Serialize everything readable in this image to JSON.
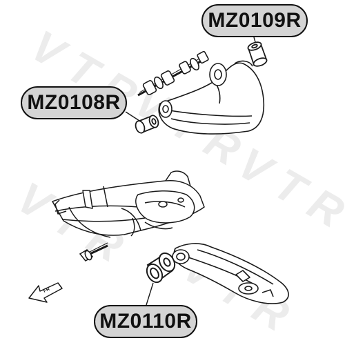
{
  "parts": {
    "upper_rear_bushing": {
      "code": "MZ0109R"
    },
    "upper_front_bushing": {
      "code": "MZ0108R"
    },
    "lower_arm_bushing": {
      "code": "MZ0110R"
    }
  },
  "watermark": "VTR",
  "direction_arrow": {
    "label": "FR",
    "icon": "front-direction-arrow-icon"
  },
  "colors": {
    "label_fill": "#d4d4d4",
    "label_border": "#111111",
    "line_art": "#1a1a1a",
    "watermark": "#ececec"
  }
}
